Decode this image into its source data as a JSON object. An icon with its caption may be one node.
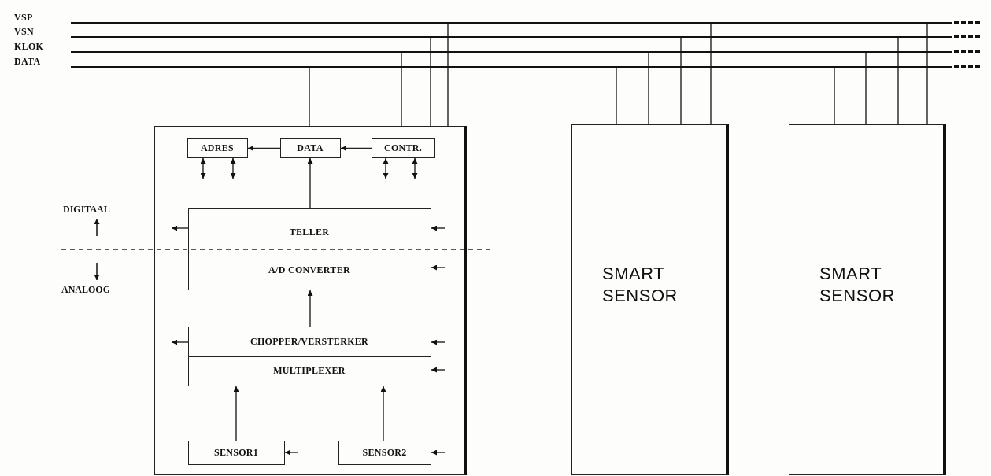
{
  "diagram": {
    "nodes": [
      {
        "text": [
          "VSP"
        ]
      },
      {
        "text": [
          "VSN"
        ]
      },
      {
        "text": [
          "KLOK"
        ]
      },
      {
        "text": [
          "DATA"
        ]
      },
      {
        "text": [],
        "shape": "box"
      },
      {
        "text": [
          "ADRES"
        ],
        "in": 4
      },
      {
        "text": [
          "DATA"
        ],
        "in": 4
      },
      {
        "text": [
          "CONTR."
        ],
        "in": 4
      },
      {
        "text": [
          "TELLER",
          "A/D CONVERTER"
        ],
        "in": 4
      },
      {
        "text": [
          "CHOPPER/VERSTERKER",
          "MULTIPLEXER"
        ],
        "in": 4
      },
      {
        "text": [
          "SENSOR1"
        ],
        "in": 4
      },
      {
        "text": [
          "SENSOR2"
        ],
        "in": 4
      },
      {
        "text": [
          "SMART SENSOR"
        ]
      },
      {
        "text": [
          "SMART SENSOR"
        ]
      }
    ],
    "edges": [
      {
        "from": 4,
        "to": 3,
        "arrow": "none"
      },
      {
        "from": 4,
        "to": 2,
        "arrow": "none"
      },
      {
        "from": 4,
        "to": 1,
        "arrow": "none"
      },
      {
        "from": 4,
        "to": 0,
        "arrow": "none"
      },
      {
        "from": 12,
        "to": 3,
        "arrow": "none"
      },
      {
        "from": 12,
        "to": 2,
        "arrow": "none"
      },
      {
        "from": 12,
        "to": 1,
        "arrow": "none"
      },
      {
        "from": 12,
        "to": 0,
        "arrow": "none"
      },
      {
        "from": 13,
        "to": 3,
        "arrow": "none"
      },
      {
        "from": 13,
        "to": 2,
        "arrow": "none"
      },
      {
        "from": 13,
        "to": 1,
        "arrow": "none"
      },
      {
        "from": 13,
        "to": 0,
        "arrow": "none"
      },
      {
        "from": 6,
        "to": 5,
        "arrow": "to"
      },
      {
        "from": 7,
        "to": 6,
        "arrow": "to"
      },
      {
        "from": 8,
        "to": 6,
        "arrow": "to"
      },
      {
        "from": 9,
        "to": 8,
        "arrow": "to"
      },
      {
        "from": 10,
        "to": 9,
        "arrow": "to"
      },
      {
        "from": 11,
        "to": 9,
        "arrow": "to"
      },
      {
        "from": null,
        "to": 5,
        "arrow": "both"
      },
      {
        "from": null,
        "to": 5,
        "arrow": "both"
      },
      {
        "from": null,
        "to": 7,
        "arrow": "both"
      },
      {
        "from": null,
        "to": 7,
        "arrow": "both"
      },
      {
        "from": 8,
        "to": null,
        "arrow": "to"
      },
      {
        "from": null,
        "to": 8,
        "arrow": "to"
      },
      {
        "from": null,
        "to": 8,
        "arrow": "to"
      },
      {
        "from": 9,
        "to": null,
        "arrow": "to"
      },
      {
        "from": null,
        "to": 9,
        "arrow": "to"
      },
      {
        "from": null,
        "to": 9,
        "arrow": "to"
      },
      {
        "from": null,
        "to": 10,
        "arrow": "to"
      },
      {
        "from": null,
        "to": 11,
        "arrow": "to"
      }
    ],
    "labels": [
      "DIGITAAL",
      "ANALOOG"
    ]
  }
}
